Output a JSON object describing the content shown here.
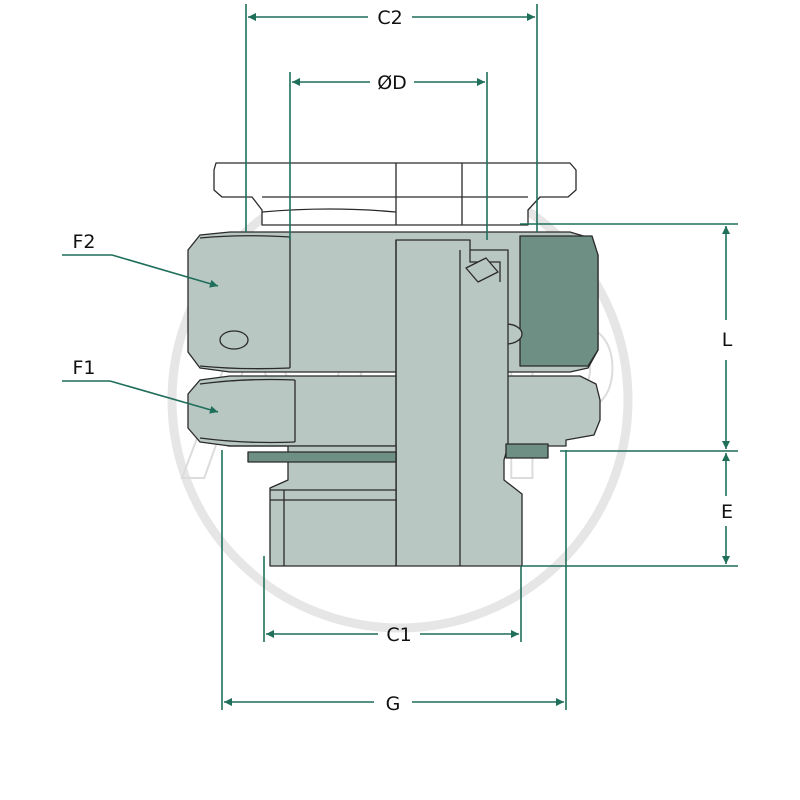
{
  "watermark": {
    "text": "AGP",
    "color": "#e6e6e6"
  },
  "colors": {
    "line": "#1f6f5a",
    "steel": "#b9c7c3",
    "steel_dark": "#6e8f84",
    "outline": "#2a2a2a"
  },
  "labels": {
    "c2": "C2",
    "od": "ØD",
    "f2": "F2",
    "f1": "F1",
    "l": "L",
    "e": "E",
    "c1": "C1",
    "g": "G"
  }
}
